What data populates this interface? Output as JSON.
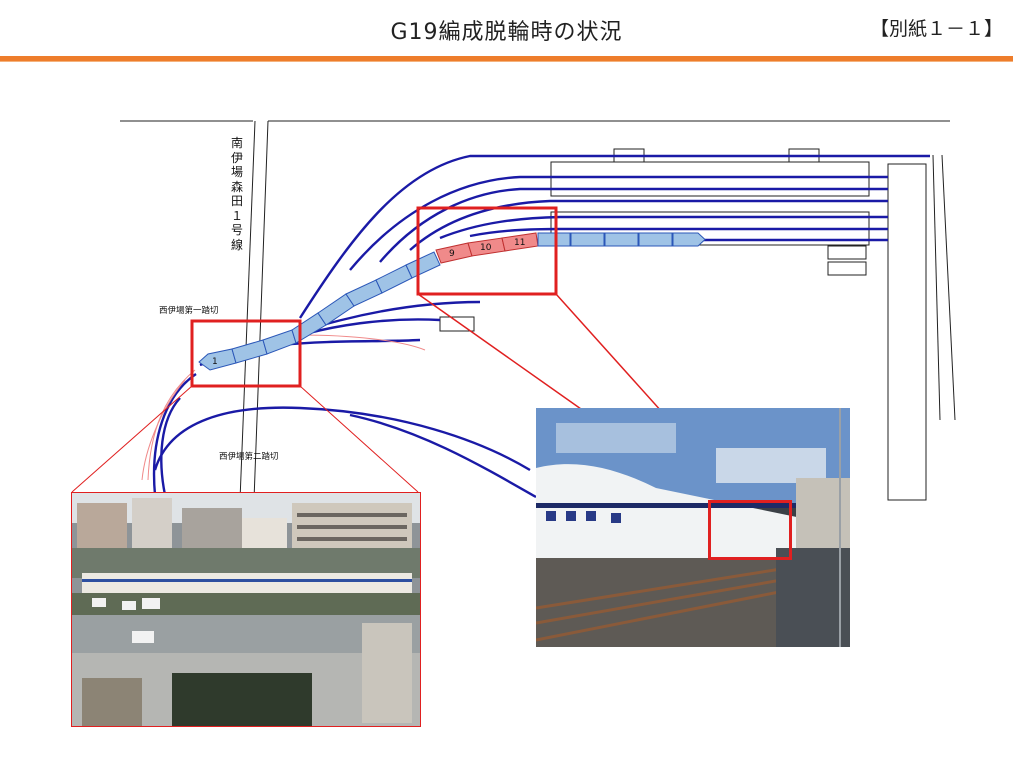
{
  "header": {
    "title": "G19編成脱輪時の状況",
    "attachment_label": "【別紙１－１】"
  },
  "diagram": {
    "road_label": "南伊場森田１号線",
    "crossing_1_label": "西伊場第一踏切",
    "crossing_2_label": "西伊場第二踏切",
    "car_numbers": {
      "car_1": "1",
      "car_9": "9",
      "car_10": "10",
      "car_11": "11"
    },
    "colors": {
      "track": "#1a1aa6",
      "car_normal": "#9fc3e6",
      "car_derailed": "#f08a8a",
      "highlight": "#e02020",
      "header_rule": "#ee7d2b"
    }
  }
}
